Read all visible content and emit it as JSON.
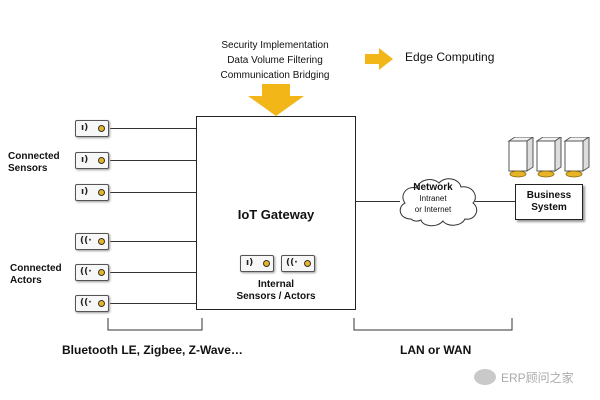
{
  "top_features": [
    "Security Implementation",
    "Data Volume Filtering",
    "Communication Bridging"
  ],
  "edge_computing": "Edge Computing",
  "gateway": {
    "title": "IoT Gateway",
    "internal_label": [
      "Internal",
      "Sensors / Actors"
    ]
  },
  "left": {
    "sensors_label": [
      "Connected",
      "Sensors"
    ],
    "actors_label": [
      "Connected",
      "Actors"
    ],
    "protocols": "Bluetooth LE, Zigbee, Z-Wave…"
  },
  "network": {
    "title": "Network",
    "subtitle": [
      "Intranet",
      "or Internet"
    ]
  },
  "business": [
    "Business",
    "System"
  ],
  "lan_label": "LAN or WAN",
  "watermark": "ERP顾问之家",
  "colors": {
    "arrow": "#f2b619",
    "device_dot": "#e7b327",
    "server": "#ffffff"
  }
}
